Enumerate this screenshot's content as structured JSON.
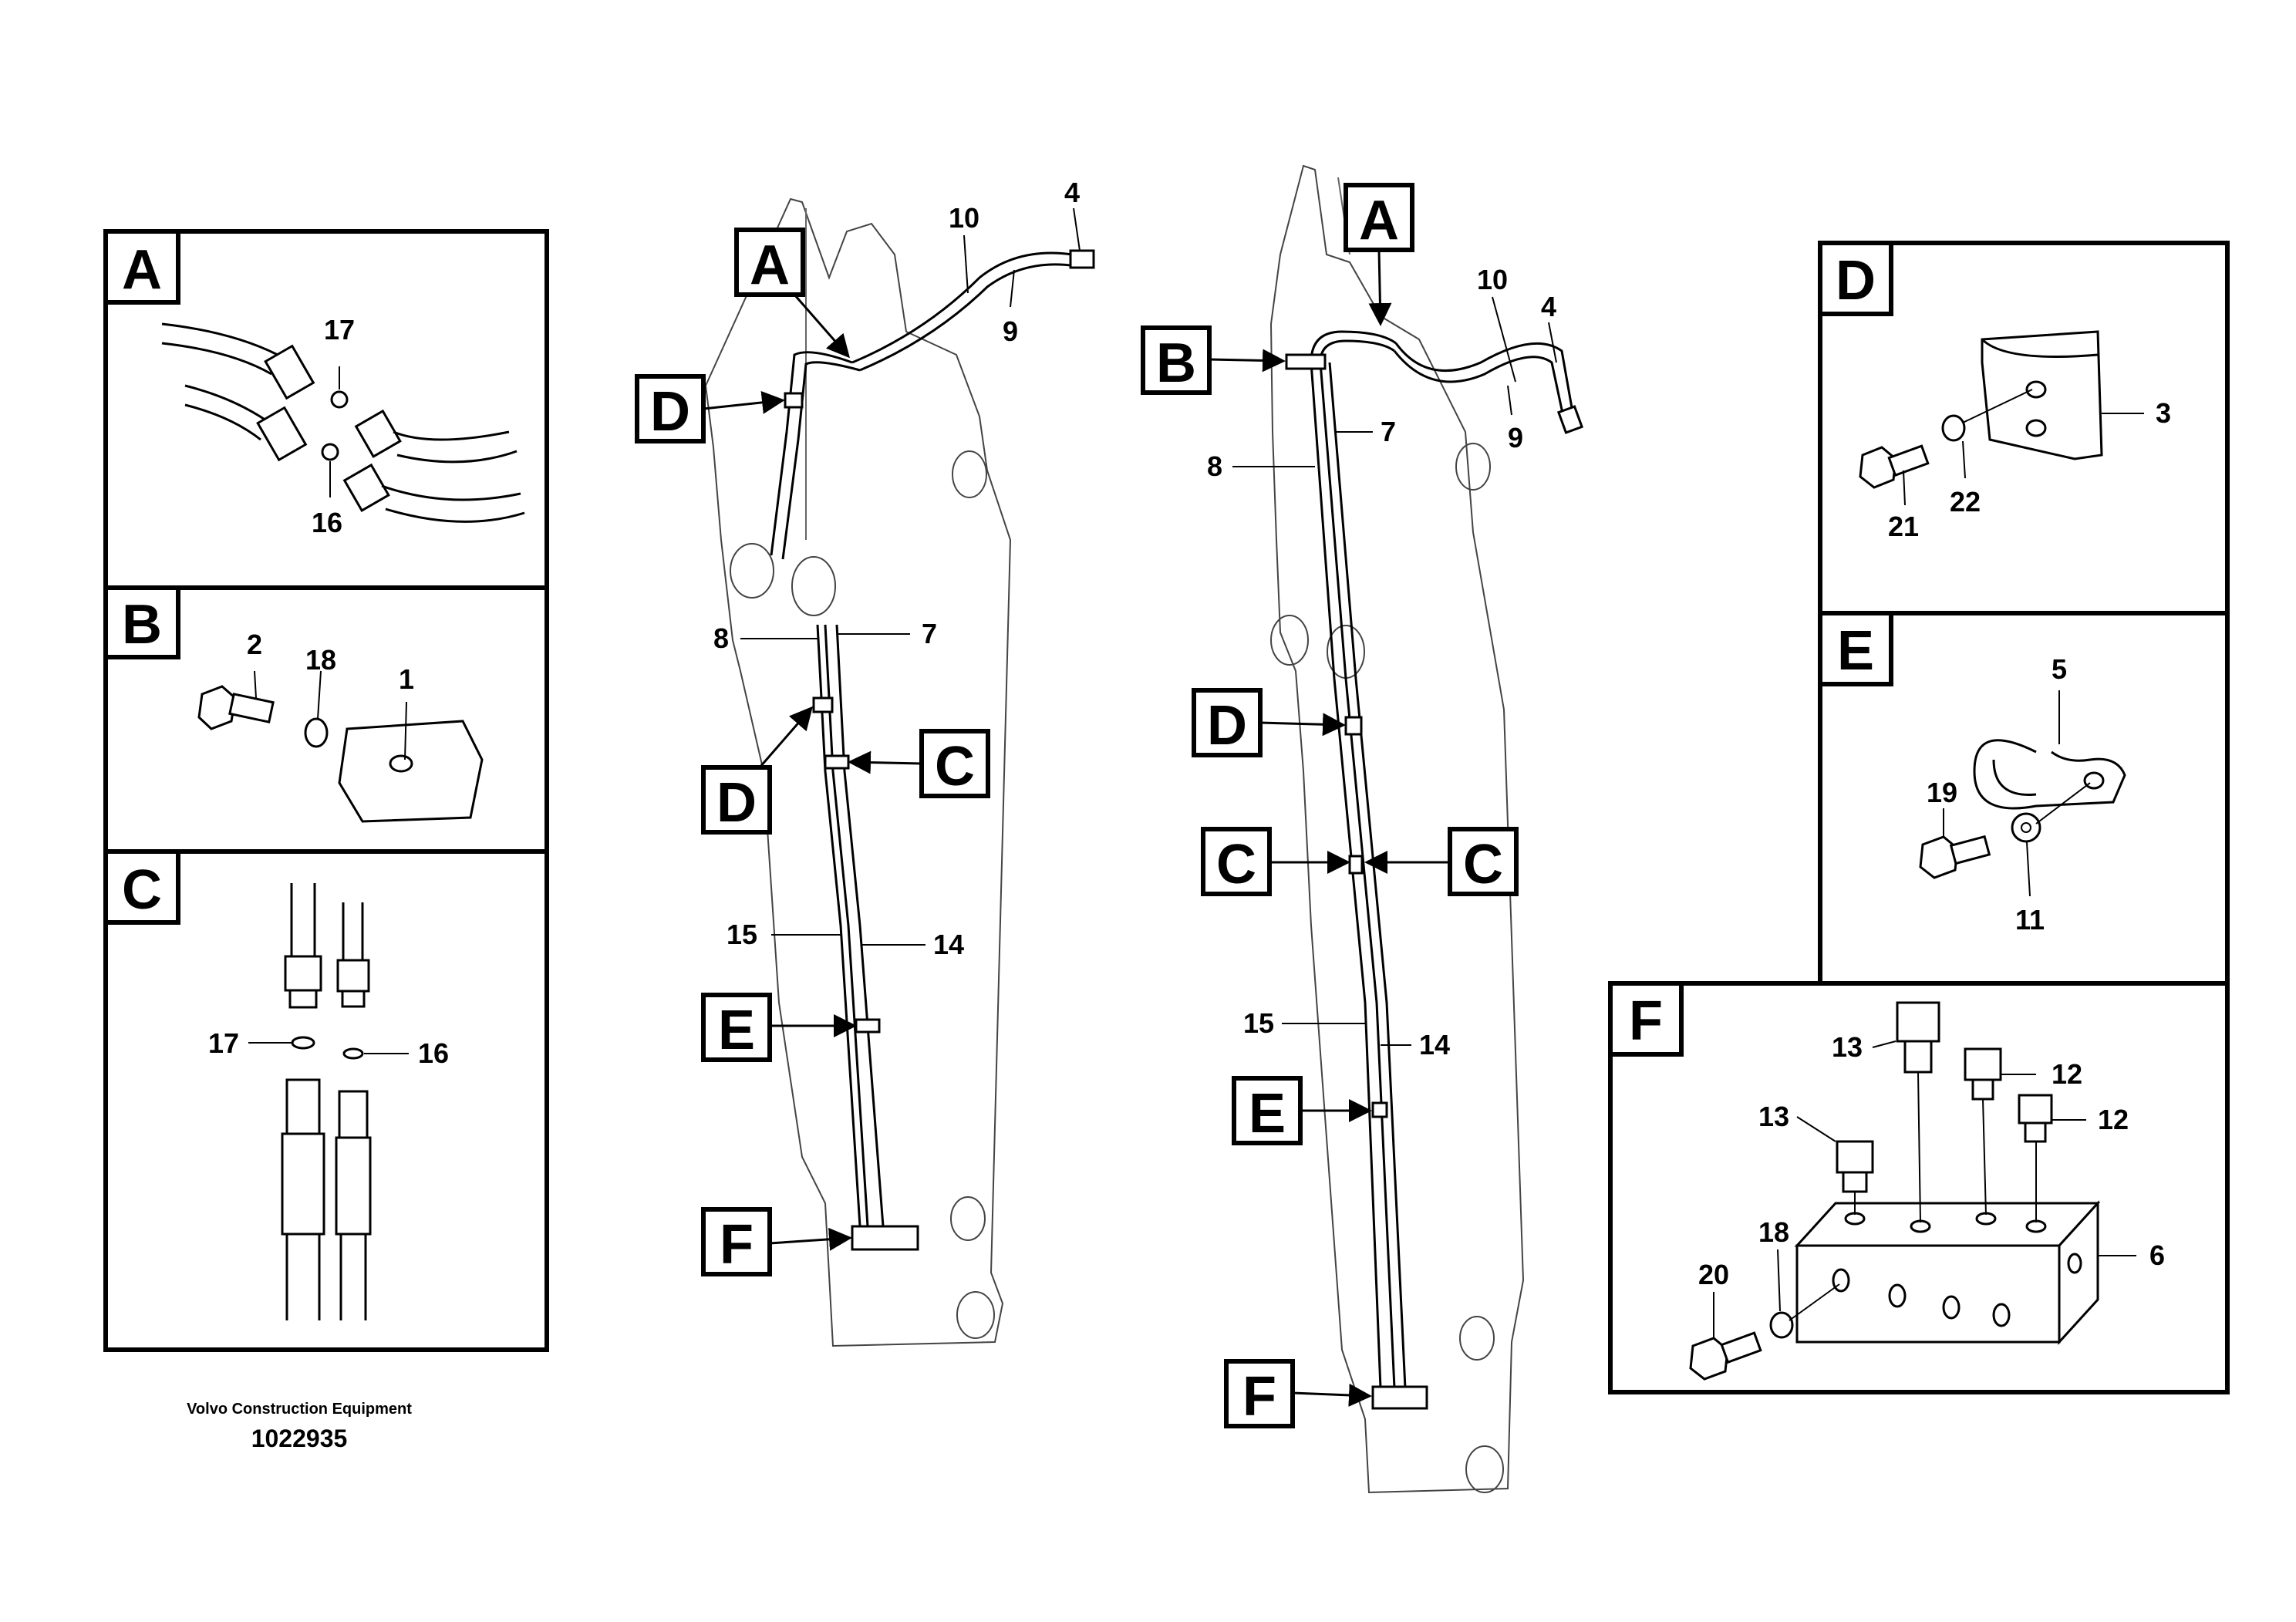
{
  "footer": {
    "company": "Volvo Construction Equipment",
    "drawing_no": "1022935"
  },
  "views": {
    "A": "A",
    "B": "B",
    "C": "C",
    "D": "D",
    "E": "E",
    "F": "F"
  },
  "parts": {
    "p1": "1",
    "p2": "2",
    "p3": "3",
    "p4": "4",
    "p5": "5",
    "p6": "6",
    "p7": "7",
    "p8": "8",
    "p9": "9",
    "p10": "10",
    "p11": "11",
    "p12": "12",
    "p13": "13",
    "p14": "14",
    "p15": "15",
    "p16": "16",
    "p17": "17",
    "p18": "18",
    "p19": "19",
    "p20": "20",
    "p21": "21",
    "p22": "22"
  }
}
